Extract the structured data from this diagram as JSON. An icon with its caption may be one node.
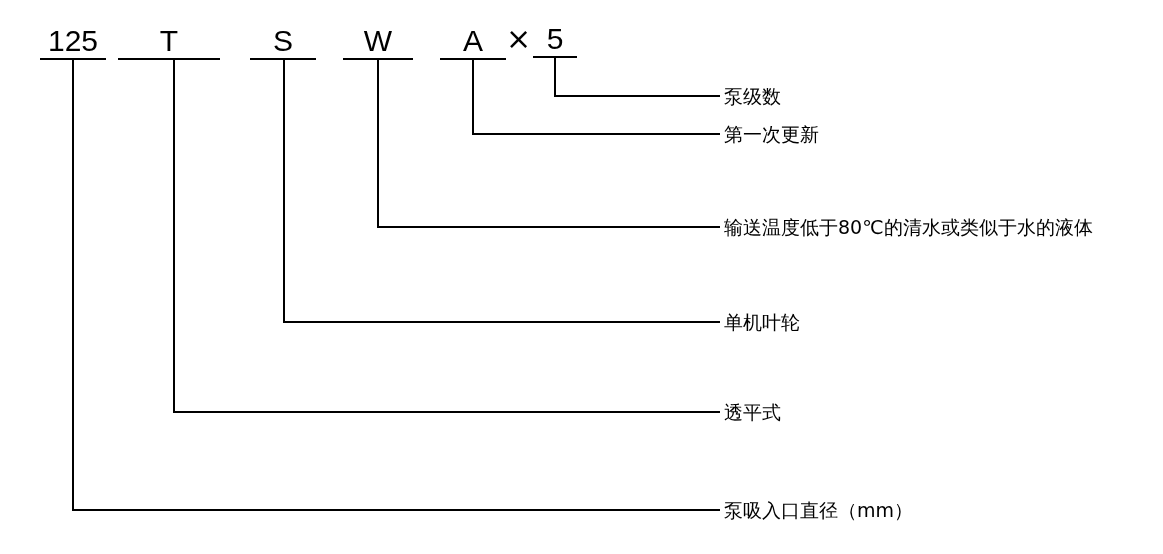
{
  "diagram": {
    "nodes": [
      {
        "text": [
          "125"
        ]
      },
      {
        "text": [
          "T"
        ]
      },
      {
        "text": [
          "S"
        ]
      },
      {
        "text": [
          "W"
        ]
      },
      {
        "text": [
          "A"
        ]
      },
      {
        "text": [
          "5"
        ]
      },
      {
        "text": [
          "泵级数"
        ]
      },
      {
        "text": [
          "第一次更新"
        ]
      },
      {
        "text": [
          "输送温度低于80℃的清水或类似于水的液体"
        ]
      },
      {
        "text": [
          "单机叶轮"
        ]
      },
      {
        "text": [
          "透平式"
        ]
      },
      {
        "text": [
          "泵吸入口直径（mm）"
        ]
      }
    ],
    "edges": [
      {
        "from": 5,
        "to": 6,
        "arrow": "none"
      },
      {
        "from": 4,
        "to": 7,
        "arrow": "none"
      },
      {
        "from": 3,
        "to": 8,
        "arrow": "none"
      },
      {
        "from": 2,
        "to": 9,
        "arrow": "none"
      },
      {
        "from": 1,
        "to": 10,
        "arrow": "none"
      },
      {
        "from": 0,
        "to": 11,
        "arrow": "none"
      }
    ],
    "labels": [
      "×"
    ]
  }
}
